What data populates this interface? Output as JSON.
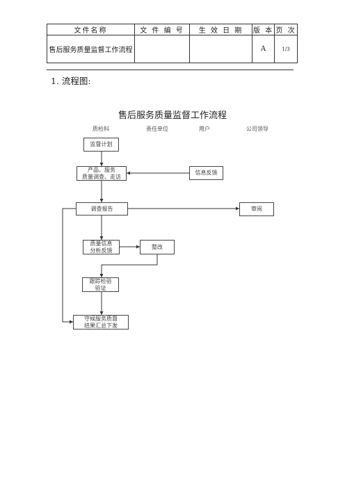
{
  "header_table": {
    "columns": [
      "文件名称",
      "文 件 编 号",
      "生 效 日 期",
      "版 本",
      "页 次"
    ],
    "row": {
      "name": "售后服务质量监督工作流程",
      "number": "",
      "date": "",
      "version": "A",
      "page": "1/3"
    }
  },
  "section_heading": "1. 流程图:",
  "flowchart": {
    "title": "售后服务质量监督工作流程",
    "lanes": [
      "质检科",
      "责任单位",
      "用户",
      "公司领导"
    ],
    "nodes": {
      "plan": "监督计划",
      "survey_l1": "产品、服务",
      "survey_l2": "质量调查、走访",
      "feedback": "信息反馈",
      "report": "调查报告",
      "review": "审阅",
      "analysis_l1": "质量信息",
      "analysis_l2": "分析反馈",
      "rectify": "整改",
      "verify_l1": "跟踪检验",
      "verify_l2": "验证",
      "summary_l1": "守候服务质督",
      "summary_l2": "结果汇总下发"
    }
  }
}
